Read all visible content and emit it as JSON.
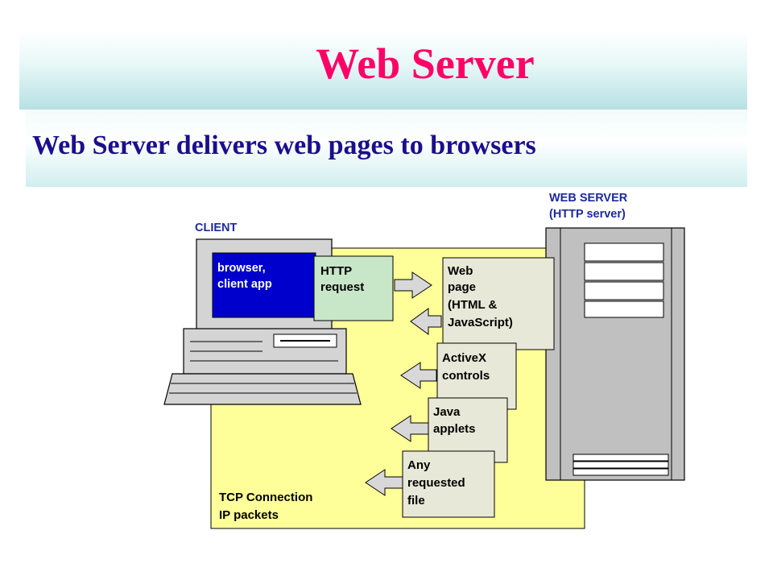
{
  "slide": {
    "title": "Web Server",
    "subtitle": "Web Server delivers web pages to browsers"
  },
  "diagram": {
    "client": {
      "label": "CLIENT",
      "screen_lines": [
        "browser,",
        "client app"
      ]
    },
    "server": {
      "label_lines": [
        "WEB SERVER",
        "(HTTP server)"
      ]
    },
    "connection": {
      "label_lines": [
        "TCP Connection",
        "IP packets"
      ]
    },
    "request": {
      "label_lines": [
        "HTTP",
        "request"
      ]
    },
    "responses": [
      {
        "label_lines": [
          "Web",
          "page",
          "(HTML &",
          "JavaScript)"
        ]
      },
      {
        "label_lines": [
          "ActiveX",
          "controls"
        ]
      },
      {
        "label_lines": [
          "Java",
          "applets"
        ]
      },
      {
        "label_lines": [
          "Any",
          "requested",
          "file"
        ]
      }
    ],
    "colors": {
      "connection_area": "#ffff99",
      "request_box": "#c8e6c8",
      "response_box": "#e8e8d8",
      "arrow_fill": "#d8d8d8",
      "server_body": "#c0c0c0",
      "screen_bg": "#0000cc",
      "label_blue": "#1e2a9c"
    }
  }
}
